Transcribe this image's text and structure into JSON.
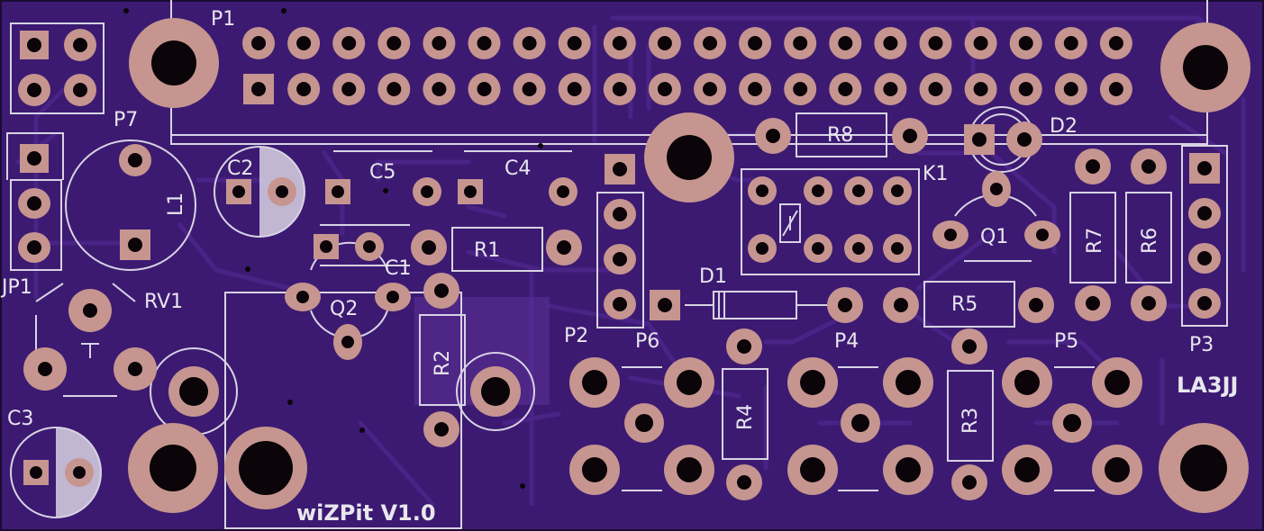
{
  "board": {
    "name": "wiZPit V1.0",
    "callsign": "LA3JJ",
    "colors": {
      "soldermask": "#3c1a72",
      "trace": "#4a2387",
      "silkscreen": "#d8d3e3",
      "pad": "#c6958f",
      "hole": "#0b0408",
      "fill_region": "#5b3197"
    }
  },
  "labels": {
    "p1": "P1",
    "p2": "P2",
    "p3": "P3",
    "p4": "P4",
    "p5": "P5",
    "p6": "P6",
    "p7": "P7",
    "jp1": "JP1",
    "rv1": "RV1",
    "l1": "L1",
    "c1": "C1",
    "c2": "C2",
    "c3": "C3",
    "c4": "C4",
    "c5": "C5",
    "q1": "Q1",
    "q2": "Q2",
    "d1": "D1",
    "d2": "D2",
    "k1": "K1",
    "r1": "R1",
    "r2": "R2",
    "r3": "R3",
    "r4": "R4",
    "r5": "R5",
    "r6": "R6",
    "r7": "R7",
    "r8": "R8"
  }
}
